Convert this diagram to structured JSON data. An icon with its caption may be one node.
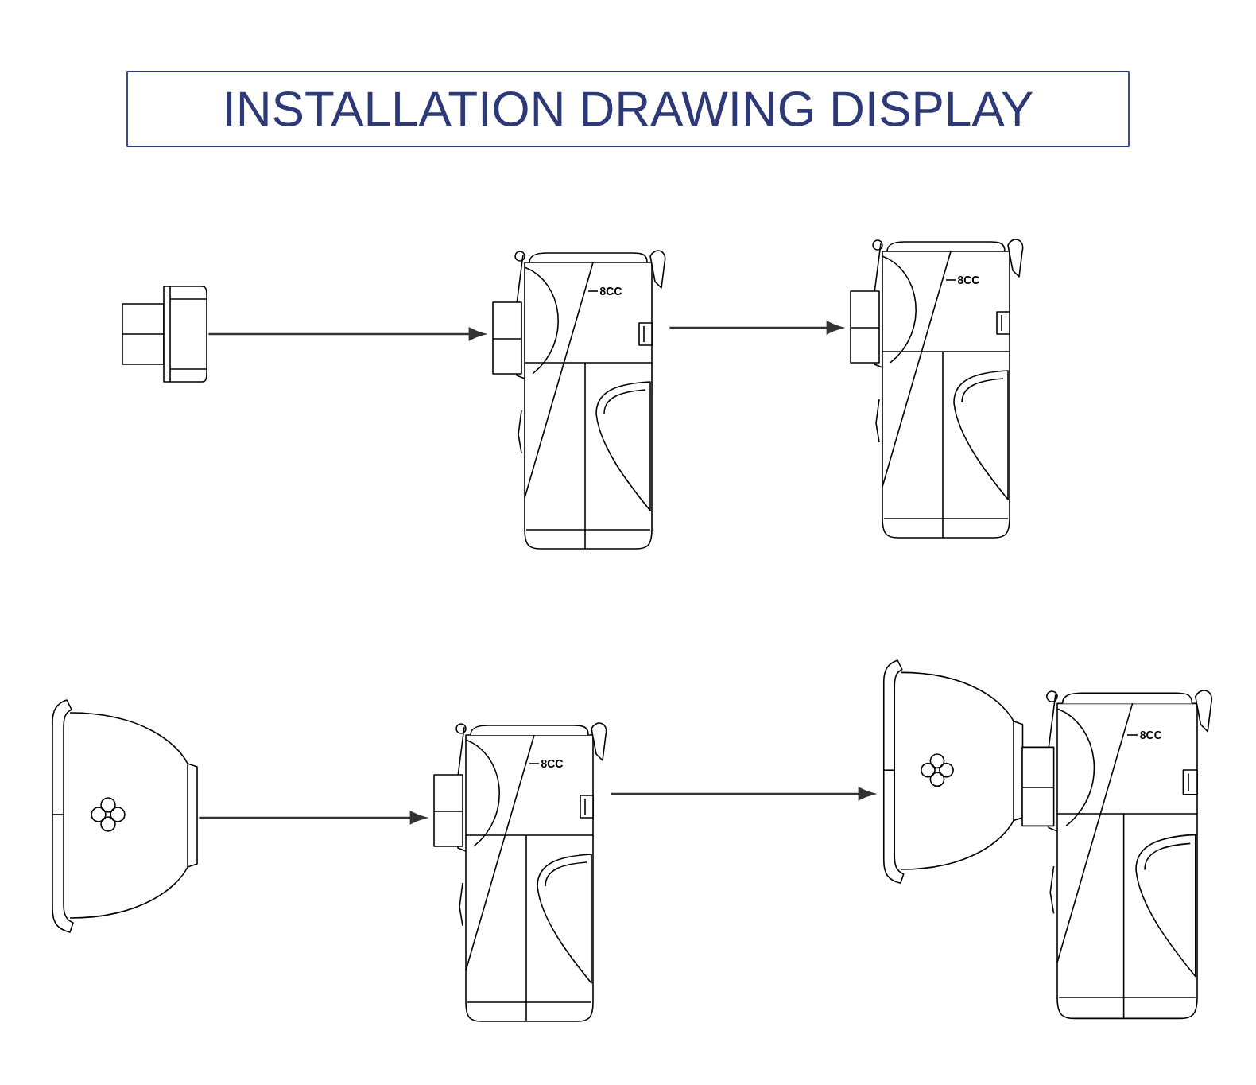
{
  "diagram": {
    "title": "INSTALLATION DRAWING DISPLAY",
    "nodes": [
      {
        "text": [],
        "shape": "picture"
      },
      {
        "text": [],
        "shape": "picture"
      },
      {
        "text": [],
        "shape": "picture"
      },
      {
        "text": [],
        "shape": "picture"
      },
      {
        "text": [],
        "shape": "picture"
      },
      {
        "text": [],
        "shape": "picture"
      }
    ],
    "edges": [
      {
        "from": 0,
        "to": 1,
        "arrow": "to"
      },
      {
        "from": 1,
        "to": 2,
        "arrow": "to"
      },
      {
        "from": 3,
        "to": 4,
        "arrow": "to"
      },
      {
        "from": 4,
        "to": 5,
        "arrow": "to"
      }
    ],
    "labels": [
      "8CC",
      "8CC",
      "8CC",
      "8CC"
    ]
  }
}
